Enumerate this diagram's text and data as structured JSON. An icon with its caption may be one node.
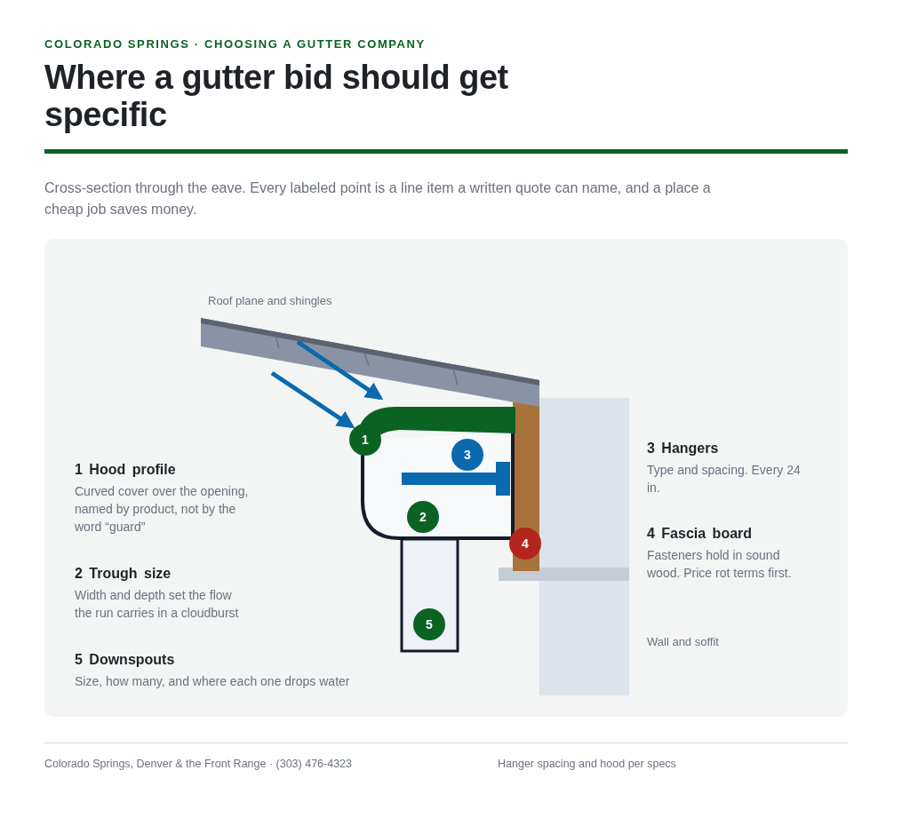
{
  "diagram": {
    "title": "Where a gutter bid should get specific",
    "caption": "Cross-section through the eave. Every labeled point is a line item a written quote can name, and a place a cheap job saves money.",
    "nodes": [
      {
        "text": [
          "1"
        ]
      },
      {
        "text": [
          "3"
        ]
      },
      {
        "text": [
          "2"
        ]
      },
      {
        "text": [
          "4"
        ]
      },
      {
        "text": [
          "5"
        ]
      }
    ],
    "edges": [],
    "labels": [
      "COLORADO SPRINGS · CHOOSING A GUTTER COMPANY",
      "Roof plane and shingles",
      "1 Hood profile",
      "Curved cover over the opening, named by product, not by the word “guard”",
      "2 Trough size",
      "Width and depth set the flow the run carries in a cloudburst",
      "5 Downspouts",
      "Size, how many, and where each one drops water",
      "3 Hangers",
      "Type and spacing. Every 24 in.",
      "4 Fascia board",
      "Fasteners hold in sound wood. Price rot terms first.",
      "Wall and soffit",
      "Colorado Springs, Denver & the Front Range · (303) 476-4323",
      "Hanger spacing and hood per specs"
    ]
  }
}
